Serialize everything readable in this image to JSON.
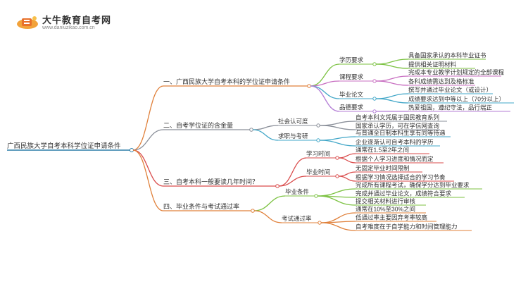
{
  "site": {
    "name": "大牛教育自考网",
    "url": "www.daniuzikao.com.cn"
  },
  "root": "广西民族大学自考本科学位证申请条件",
  "branches": [
    {
      "label": "一、广西民族大学自考本科的学位证申请条件",
      "color": "#e0803a",
      "children": [
        {
          "label": "学历要求",
          "color": "#7cc242",
          "leaves": [
            "具备国家承认的本科毕业证书",
            "提供相关证明材料"
          ]
        },
        {
          "label": "课程要求",
          "color": "#c86fc1",
          "leaves": [
            "完成本专业教学计划规定的全部课程",
            "各科成绩需达到及格标准"
          ]
        },
        {
          "label": "毕业论文",
          "color": "#42a7c8",
          "leaves": [
            "撰写并通过毕业论文（或设计）",
            "成绩要求达到中等以上（70分以上）"
          ]
        },
        {
          "label": "品德要求",
          "color": "#b47ed6",
          "leaves": [
            "热爱祖国，遵纪守法，品行端正"
          ]
        }
      ]
    },
    {
      "label": "二、自考学位证的含金量",
      "color": "#8a8f99",
      "children": [
        {
          "label": "社会认可度",
          "color": "#8a8f99",
          "leaves": [
            "自考本科文凭属于国民教育系列",
            "国家承认学历，可在学信网查询"
          ]
        },
        {
          "label": "求职与考研",
          "color": "#42a7c8",
          "leaves": [
            "与普通全日制本科生享有同等待遇",
            "企业逐渐认可自考本科的学历"
          ]
        }
      ]
    },
    {
      "label": "三、自考本科一般要读几年时间？",
      "color": "#d94b4b",
      "children": [
        {
          "label": "学习时间",
          "color": "#d94b4b",
          "leaves": [
            "通常在1.5至2年之间",
            "根据个人学习进度和情况而定"
          ]
        },
        {
          "label": "毕业时间",
          "color": "#d94b4b",
          "leaves": [
            "无固定毕业时间限制",
            "根据学习情况选择适合的学习节奏"
          ]
        }
      ]
    },
    {
      "label": "四、毕业条件与考试通过率",
      "color": "#e0803a",
      "children": [
        {
          "label": "毕业条件",
          "color": "#7cc242",
          "leaves": [
            "完成所有课程考试，确保学分达到毕业要求",
            "完成并通过毕业论文，成绩符合要求",
            "提交相关材料进行审核"
          ]
        },
        {
          "label": "考试通过率",
          "color": "#e0803a",
          "leaves": [
            "通常在10%至30%之间",
            "低通过率主要因弃考率较高",
            "自考难度在于自学能力和时间管理能力"
          ]
        }
      ]
    }
  ]
}
